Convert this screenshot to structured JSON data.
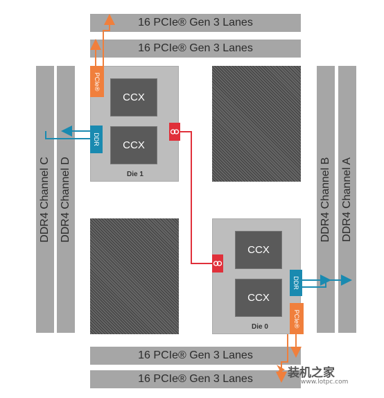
{
  "pcie_lanes": {
    "top_1": "16 PCIe® Gen 3 Lanes",
    "top_2": "16 PCIe® Gen 3 Lanes",
    "bottom_1": "16 PCIe® Gen 3 Lanes",
    "bottom_2": "16 PCIe® Gen 3 Lanes"
  },
  "ddr_channels": {
    "left_outer": "DDR4 Channel C",
    "left_inner": "DDR4 Channel D",
    "right_inner": "DDR4 Channel B",
    "right_outer": "DDR4 Channel A"
  },
  "die1": {
    "label": "Die 1",
    "ccx_top": "CCX",
    "ccx_bottom": "CCX",
    "pcie_tag": "PCIe®",
    "ddr_tag": "DDR"
  },
  "die0": {
    "label": "Die 0",
    "ccx_top": "CCX",
    "ccx_bottom": "CCX",
    "pcie_tag": "PCIe®",
    "ddr_tag": "DDR"
  },
  "watermark": {
    "logo": "装机之家",
    "url": "www.lotpc.com"
  },
  "colors": {
    "pcie": "#f07f3c",
    "ddr": "#1a8ab0",
    "infinity_fabric": "#e0303a",
    "lane_bar": "#a6a6a6",
    "die": "#bdbdbd",
    "ccx": "#5a5a5a"
  }
}
